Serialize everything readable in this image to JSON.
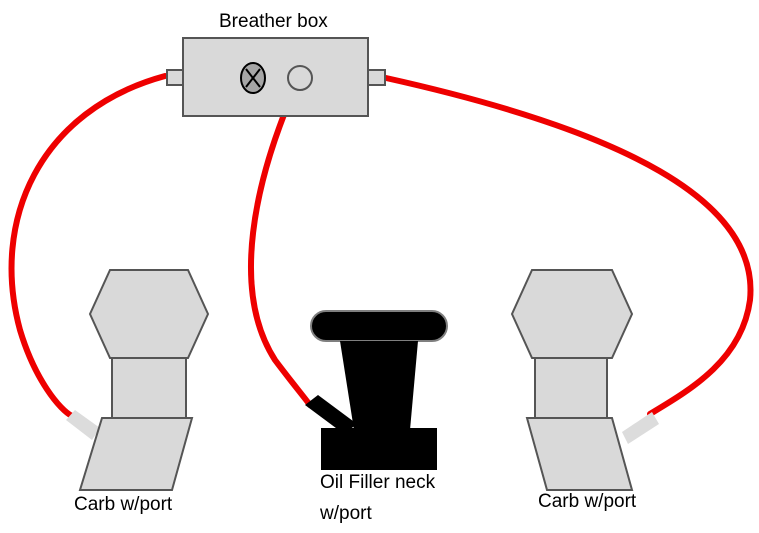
{
  "labels": {
    "breather_box": "Breather box",
    "carb_left": "Carb w/port",
    "carb_right": "Carb w/port",
    "oil_filler_line1": "Oil Filler neck",
    "oil_filler_line2": "w/port"
  },
  "colors": {
    "hose": "#ee0000",
    "part_fill": "#d9d9d9",
    "part_stroke": "#555555",
    "filler": "#000000",
    "stub": "#dcdcdc"
  },
  "icons": {
    "breather_closed_port": "circle-x-icon",
    "breather_open_port": "open-circle-icon"
  }
}
